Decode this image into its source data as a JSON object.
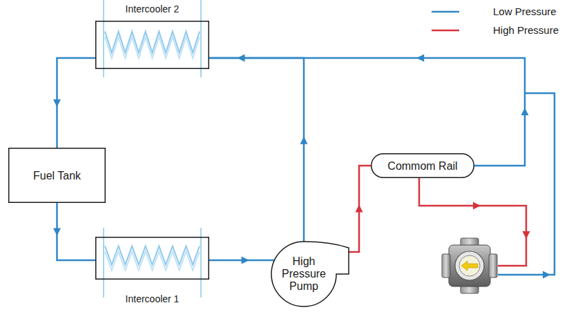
{
  "diagram": {
    "nodes": [
      {
        "text": [
          "Intercooler 2"
        ]
      },
      {
        "text": [
          "Fuel Tank"
        ]
      },
      {
        "text": [
          "Commom Rail"
        ]
      },
      {
        "text": [
          "Intercooler 1"
        ]
      },
      {
        "text": [
          "High Pressure Pump"
        ]
      }
    ],
    "edges": [
      {
        "from": 0,
        "to": 1,
        "arrow": "to"
      },
      {
        "from": 1,
        "to": 3,
        "arrow": "to"
      },
      {
        "from": 3,
        "to": 4,
        "arrow": "to"
      },
      {
        "from": 4,
        "to": 0,
        "arrow": "to"
      },
      {
        "from": 4,
        "to": 2,
        "arrow": "to"
      },
      {
        "from": 2,
        "to": 0,
        "arrow": "to"
      }
    ],
    "legend": [
      {
        "text": "Low Pressure"
      },
      {
        "text": "High Pressure"
      }
    ]
  }
}
